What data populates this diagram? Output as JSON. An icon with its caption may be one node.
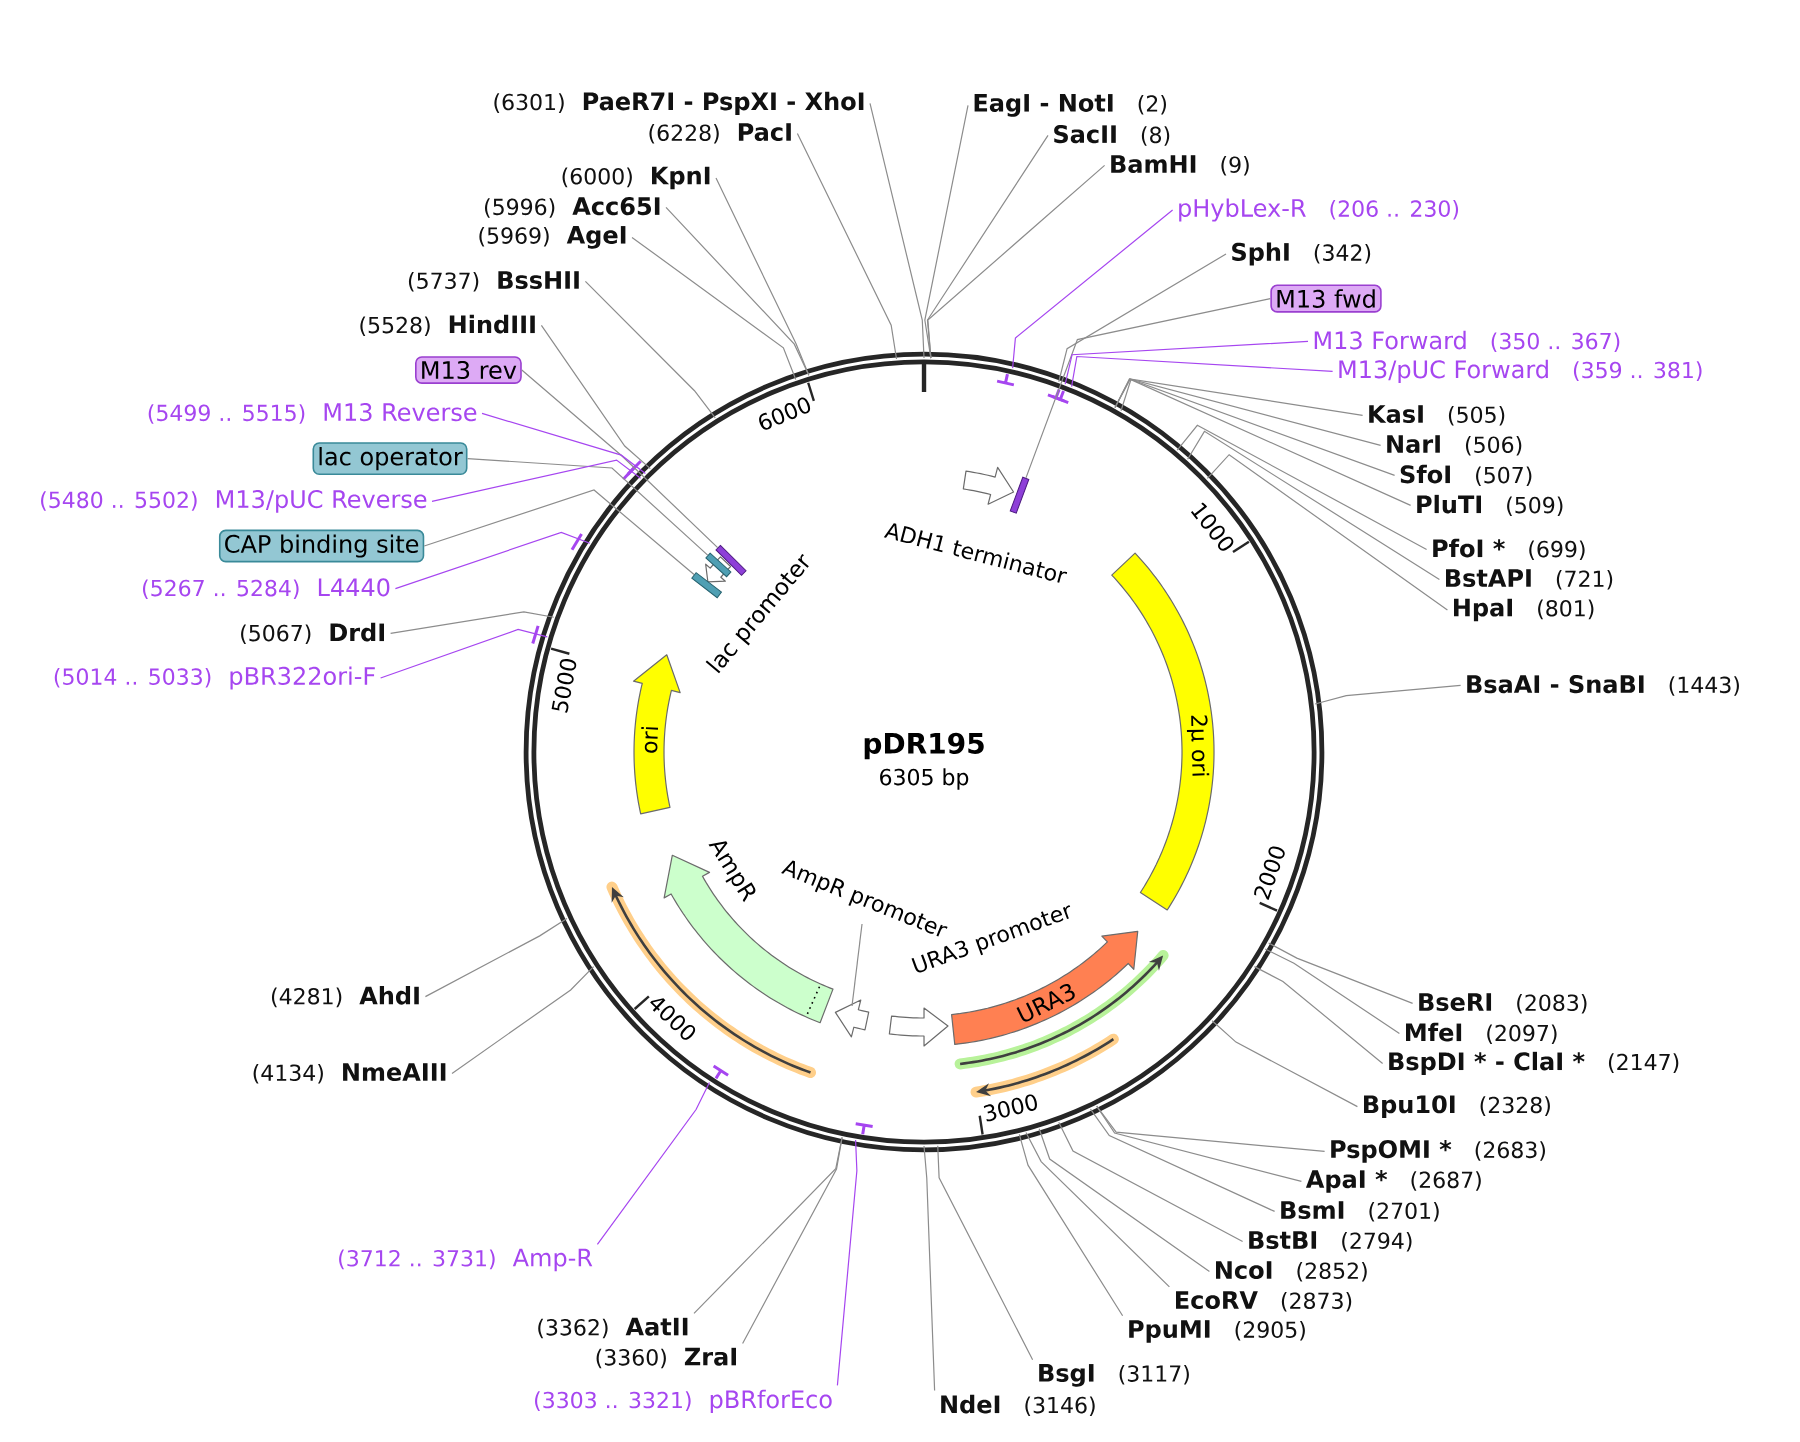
{
  "diagram": {
    "title": "pDR195",
    "nodes": [
      {
        "text": [],
        "shape": "circle"
      },
      {
        "text": [
          "ADH1 terminator"
        ],
        "in": 0
      },
      {
        "text": [],
        "shape": "bar",
        "in": 0
      },
      {
        "text": [
          "2µ ori"
        ],
        "in": 0
      },
      {
        "text": [
          "URA3 promoter"
        ],
        "in": 0
      },
      {
        "text": [
          "URA3"
        ],
        "in": 0
      },
      {
        "text": [],
        "shape": "arrow",
        "in": 0
      },
      {
        "text": [],
        "shape": "arrow",
        "in": 0
      },
      {
        "text": [
          "AmpR promoter"
        ],
        "in": 0
      },
      {
        "text": [
          "AmpR"
        ],
        "in": 0
      },
      {
        "text": [],
        "shape": "arrow",
        "in": 0
      },
      {
        "text": [
          "ori"
        ],
        "in": 0
      },
      {
        "text": [
          "lac promoter"
        ],
        "in": 0
      },
      {
        "text": [],
        "shape": "bar",
        "in": 0
      },
      {
        "text": [],
        "shape": "bar",
        "in": 0
      },
      {
        "text": [],
        "shape": "bar",
        "in": 0
      },
      {
        "text": [
          "(6301)",
          "PaeR7I - PspXI - XhoI"
        ]
      },
      {
        "text": [
          "(6228)",
          "PacI"
        ]
      },
      {
        "text": [
          "(6000)",
          "KpnI"
        ]
      },
      {
        "text": [
          "(5996)",
          "Acc65I"
        ]
      },
      {
        "text": [
          "(5969)",
          "AgeI"
        ]
      },
      {
        "text": [
          "(5737)",
          "BssHII"
        ]
      },
      {
        "text": [
          "(5528)",
          "HindIII"
        ]
      },
      {
        "text": [
          "M13 rev"
        ]
      },
      {
        "text": [
          "(5499 .. 5515)",
          "M13 Reverse"
        ]
      },
      {
        "text": [
          "lac operator"
        ]
      },
      {
        "text": [
          "(5480 .. 5502)",
          "M13/pUC Reverse"
        ]
      },
      {
        "text": [
          "CAP binding site"
        ]
      },
      {
        "text": [
          "(5267 .. 5284)",
          "L4440"
        ]
      },
      {
        "text": [
          "(5067)",
          "DrdI"
        ]
      },
      {
        "text": [
          "(5014 .. 5033)",
          "pBR322ori-F"
        ]
      },
      {
        "text": [
          "EagI - NotI",
          "(2)"
        ]
      },
      {
        "text": [
          "SacII",
          "(8)"
        ]
      },
      {
        "text": [
          "BamHI",
          "(9)"
        ]
      },
      {
        "text": [
          "pHybLex-R",
          "(206 .. 230)"
        ]
      },
      {
        "text": [
          "SphI",
          "(342)"
        ]
      },
      {
        "text": [
          "M13 fwd"
        ]
      },
      {
        "text": [
          "M13 Forward",
          "(350 .. 367)"
        ]
      },
      {
        "text": [
          "M13/pUC Forward",
          "(359 .. 381)"
        ]
      },
      {
        "text": [
          "KasI",
          "(505)"
        ]
      },
      {
        "text": [
          "NarI",
          "(506)"
        ]
      },
      {
        "text": [
          "SfoI",
          "(507)"
        ]
      },
      {
        "text": [
          "PluTI",
          "(509)"
        ]
      },
      {
        "text": [
          "PfoI *",
          "(699)"
        ]
      },
      {
        "text": [
          "BstAPI",
          "(721)"
        ]
      },
      {
        "text": [
          "HpaI",
          "(801)"
        ]
      },
      {
        "text": [
          "BsaAI - SnaBI",
          "(1443)"
        ]
      },
      {
        "text": [
          "BseRI",
          "(2083)"
        ]
      },
      {
        "text": [
          "MfeI",
          "(2097)"
        ]
      },
      {
        "text": [
          "BspDI * - ClaI *",
          "(2147)"
        ]
      },
      {
        "text": [
          "Bpu10I",
          "(2328)"
        ]
      },
      {
        "text": [
          "PspOMI *",
          "(2683)"
        ]
      },
      {
        "text": [
          "ApaI *",
          "(2687)"
        ]
      },
      {
        "text": [
          "BsmI",
          "(2701)"
        ]
      },
      {
        "text": [
          "BstBI",
          "(2794)"
        ]
      },
      {
        "text": [
          "NcoI",
          "(2852)"
        ]
      },
      {
        "text": [
          "EcoRV",
          "(2873)"
        ]
      },
      {
        "text": [
          "PpuMI",
          "(2905)"
        ]
      },
      {
        "text": [
          "BsgI",
          "(3117)"
        ]
      },
      {
        "text": [
          "NdeI",
          "(3146)"
        ]
      },
      {
        "text": [
          "(4281)",
          "AhdI"
        ]
      },
      {
        "text": [
          "(4134)",
          "NmeAIII"
        ]
      },
      {
        "text": [
          "(3712 .. 3731)",
          "Amp-R"
        ]
      },
      {
        "text": [
          "(3362)",
          "AatII"
        ]
      },
      {
        "text": [
          "(3360)",
          "ZraI"
        ]
      },
      {
        "text": [
          "(3303 .. 3321)",
          "pBRforEco"
        ]
      }
    ],
    "edges": [
      {
        "from": 16,
        "to": 0,
        "arrow": "none"
      },
      {
        "from": 17,
        "to": 0,
        "arrow": "none"
      },
      {
        "from": 18,
        "to": 0,
        "arrow": "none"
      },
      {
        "from": 19,
        "to": 0,
        "arrow": "none"
      },
      {
        "from": 20,
        "to": 0,
        "arrow": "none"
      },
      {
        "from": 21,
        "to": 0,
        "arrow": "none"
      },
      {
        "from": 22,
        "to": 0,
        "arrow": "none"
      },
      {
        "from": 23,
        "to": 15,
        "arrow": "none"
      },
      {
        "from": 24,
        "to": 0,
        "arrow": "none",
        "color": "#a646f0"
      },
      {
        "from": 25,
        "to": 14,
        "arrow": "none"
      },
      {
        "from": 26,
        "to": 0,
        "arrow": "none",
        "color": "#a646f0"
      },
      {
        "from": 27,
        "to": 13,
        "arrow": "none"
      },
      {
        "from": 28,
        "to": 0,
        "arrow": "none",
        "color": "#a646f0"
      },
      {
        "from": 29,
        "to": 0,
        "arrow": "none"
      },
      {
        "from": 30,
        "to": 0,
        "arrow": "none",
        "color": "#a646f0"
      },
      {
        "from": 31,
        "to": 0,
        "arrow": "none"
      },
      {
        "from": 32,
        "to": 0,
        "arrow": "none"
      },
      {
        "from": 33,
        "to": 0,
        "arrow": "none"
      },
      {
        "from": 34,
        "to": 0,
        "arrow": "none",
        "color": "#a646f0"
      },
      {
        "from": 35,
        "to": 0,
        "arrow": "none"
      },
      {
        "from": 36,
        "to": 2,
        "arrow": "none"
      },
      {
        "from": 37,
        "to": 0,
        "arrow": "none",
        "color": "#a646f0"
      },
      {
        "from": 38,
        "to": 0,
        "arrow": "none",
        "color": "#a646f0"
      },
      {
        "from": 39,
        "to": 0,
        "arrow": "none"
      },
      {
        "from": 40,
        "to": 0,
        "arrow": "none"
      },
      {
        "from": 41,
        "to": 0,
        "arrow": "none"
      },
      {
        "from": 42,
        "to": 0,
        "arrow": "none"
      },
      {
        "from": 43,
        "to": 0,
        "arrow": "none"
      },
      {
        "from": 44,
        "to": 0,
        "arrow": "none"
      },
      {
        "from": 45,
        "to": 0,
        "arrow": "none"
      },
      {
        "from": 46,
        "to": 0,
        "arrow": "none"
      },
      {
        "from": 47,
        "to": 0,
        "arrow": "none"
      },
      {
        "from": 48,
        "to": 0,
        "arrow": "none"
      },
      {
        "from": 49,
        "to": 0,
        "arrow": "none"
      },
      {
        "from": 50,
        "to": 0,
        "arrow": "none"
      },
      {
        "from": 51,
        "to": 0,
        "arrow": "none"
      },
      {
        "from": 52,
        "to": 0,
        "arrow": "none"
      },
      {
        "from": 53,
        "to": 0,
        "arrow": "none"
      },
      {
        "from": 54,
        "to": 0,
        "arrow": "none"
      },
      {
        "from": 55,
        "to": 0,
        "arrow": "none"
      },
      {
        "from": 56,
        "to": 0,
        "arrow": "none"
      },
      {
        "from": 57,
        "to": 0,
        "arrow": "none"
      },
      {
        "from": 58,
        "to": 0,
        "arrow": "none"
      },
      {
        "from": 59,
        "to": 0,
        "arrow": "none"
      },
      {
        "from": 60,
        "to": 0,
        "arrow": "none"
      },
      {
        "from": 61,
        "to": 0,
        "arrow": "none"
      },
      {
        "from": 62,
        "to": 0,
        "arrow": "none",
        "color": "#a646f0"
      },
      {
        "from": 63,
        "to": 0,
        "arrow": "none"
      },
      {
        "from": 64,
        "to": 0,
        "arrow": "none"
      },
      {
        "from": 65,
        "to": 0,
        "arrow": "none",
        "color": "#a646f0"
      }
    ],
    "labels": [
      "6305 bp",
      "1000",
      "2000",
      "3000",
      "4000",
      "5000",
      "6000"
    ]
  }
}
